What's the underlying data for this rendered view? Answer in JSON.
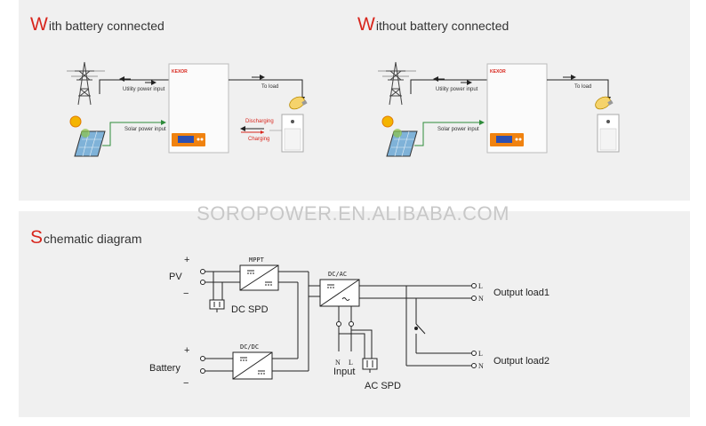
{
  "top": {
    "left": {
      "heading_cap": "W",
      "heading_rest": "ith battery connected",
      "utility_label": "Utility power input",
      "solar_label": "Solar power input",
      "load_label": "To load",
      "discharging_label": "Discharging",
      "charging_label": "Charging",
      "brand": "KEXOR"
    },
    "right": {
      "heading_cap": "W",
      "heading_rest": "ithout battery connected",
      "utility_label": "Utility power input",
      "solar_label": "Solar power input",
      "load_label": "To load",
      "brand": "KEXOR"
    }
  },
  "watermark": "SOROPOWER.EN.ALIBABA.COM",
  "schematic": {
    "heading_cap": "S",
    "heading_rest": "chematic diagram",
    "pv_label": "PV",
    "plus": "+",
    "minus": "−",
    "mppt_label": "MPPT",
    "dc_spd_label": "DC SPD",
    "battery_label": "Battery",
    "dcdc_label": "DC/DC",
    "dcac_label": "DC/AC",
    "input_label": "Input",
    "ac_spd_label": "AC SPD",
    "n_label": "N",
    "l_label": "L",
    "output1_label": "Output load1",
    "output2_label": "Output load2"
  },
  "colors": {
    "accent": "#d8261d",
    "panel_bg": "#f0f0f0",
    "solar_arrow": "#2e8b3a",
    "discharge_text": "#d8261d"
  }
}
